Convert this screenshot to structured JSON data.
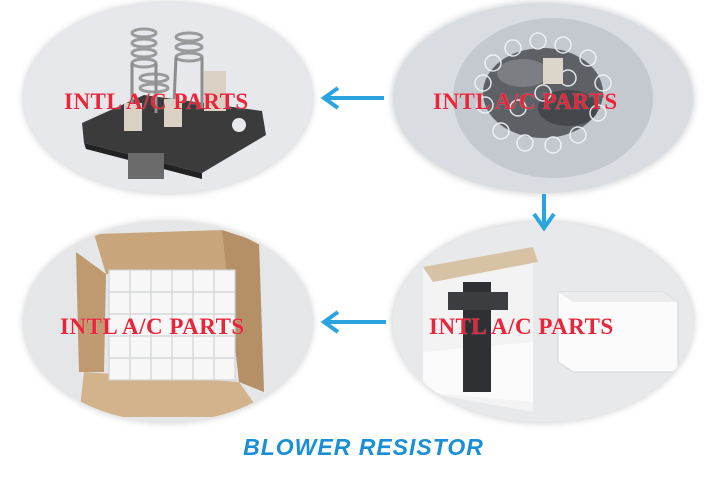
{
  "watermarks": [
    "INTL A/C PARTS",
    "INTL A/C PARTS",
    "INTL A/C PARTS",
    "INTL A/C PARTS"
  ],
  "title": "BLOWER RESISTOR",
  "colors": {
    "watermark": "#e8253a",
    "arrow": "#2aa3e0",
    "title": "#1a8fd6"
  },
  "icons": [
    "arrow-left-icon",
    "arrow-down-icon",
    "arrow-left-icon"
  ]
}
